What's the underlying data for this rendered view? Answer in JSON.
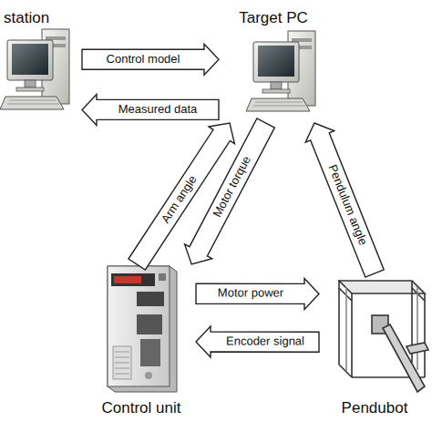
{
  "diagram": {
    "nodes": [
      {
        "text": [
          "station"
        ]
      },
      {
        "text": [
          "Target PC"
        ]
      },
      {
        "text": [
          "Control unit"
        ]
      },
      {
        "text": [
          "Pendubot"
        ]
      }
    ],
    "edges": [
      {
        "from": 0,
        "to": 1,
        "label": "Control model",
        "arrow": "to"
      },
      {
        "from": 1,
        "to": 0,
        "label": "Measured data",
        "arrow": "to"
      },
      {
        "from": 2,
        "to": 1,
        "label": "Arm angle",
        "arrow": "to"
      },
      {
        "from": 1,
        "to": 2,
        "label": "Motor torque",
        "arrow": "to"
      },
      {
        "from": 3,
        "to": 1,
        "label": "Pendulum angle",
        "arrow": "to"
      },
      {
        "from": 2,
        "to": 3,
        "label": "Motor power",
        "arrow": "to"
      },
      {
        "from": 3,
        "to": 2,
        "label": "Encoder signal",
        "arrow": "to"
      }
    ]
  }
}
